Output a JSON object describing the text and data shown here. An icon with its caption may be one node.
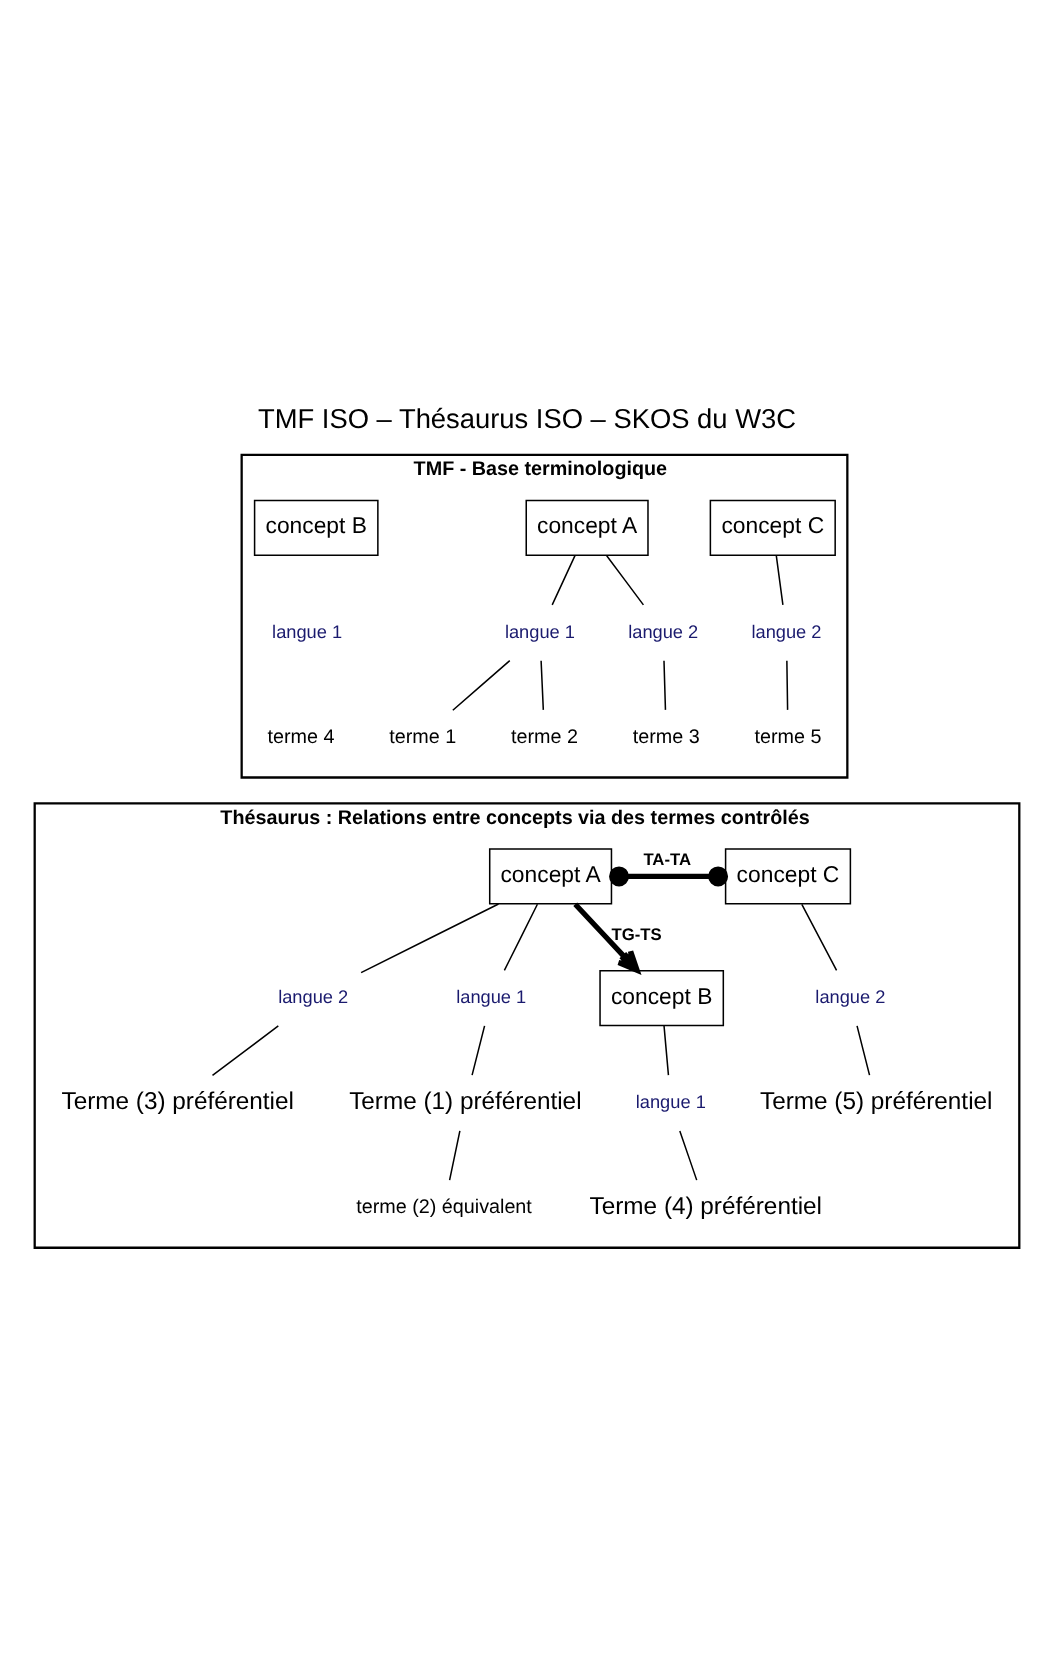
{
  "diagram": {
    "title": "TMF ISO – Thésaurus ISO – SKOS du W3C",
    "nodes": [
      {
        "text": [
          "TMF - Base terminologique"
        ]
      },
      {
        "text": [
          "concept A"
        ],
        "in": 0
      },
      {
        "text": [
          "concept B"
        ],
        "in": 0
      },
      {
        "text": [
          "concept C"
        ],
        "in": 0
      },
      {
        "text": [
          "langue 1"
        ],
        "in": 0
      },
      {
        "text": [
          "langue 2"
        ],
        "in": 0
      },
      {
        "text": [
          "langue 1"
        ],
        "in": 0
      },
      {
        "text": [
          "langue 2"
        ],
        "in": 0
      },
      {
        "text": [
          "terme 1"
        ],
        "in": 0
      },
      {
        "text": [
          "terme 2"
        ],
        "in": 0
      },
      {
        "text": [
          "terme 3"
        ],
        "in": 0
      },
      {
        "text": [
          "terme 4"
        ],
        "in": 0
      },
      {
        "text": [
          "terme 5"
        ],
        "in": 0
      },
      {
        "text": [
          "Thésaurus : Relations entre concepts via des termes contrôlés"
        ]
      },
      {
        "text": [
          "concept A"
        ],
        "in": 13
      },
      {
        "text": [
          "concept C"
        ],
        "in": 13
      },
      {
        "text": [
          "langue 2"
        ],
        "in": 13
      },
      {
        "text": [
          "langue 1"
        ],
        "in": 13
      },
      {
        "text": [
          "langue 2"
        ],
        "in": 13
      },
      {
        "text": [
          "concept B"
        ],
        "in": 13
      },
      {
        "text": [
          "Terme (3) préférentiel"
        ],
        "in": 13
      },
      {
        "text": [
          "Terme (1) préférentiel"
        ],
        "in": 13
      },
      {
        "text": [
          "Terme (5) préférentiel"
        ],
        "in": 13
      },
      {
        "text": [
          "langue 1"
        ],
        "in": 13
      },
      {
        "text": [
          "terme (2) équivalent"
        ],
        "in": 13
      },
      {
        "text": [
          "Terme (4) préférentiel"
        ],
        "in": 13
      }
    ],
    "edges": [
      {
        "from": 1,
        "to": 4,
        "arrow": "none"
      },
      {
        "from": 1,
        "to": 5,
        "arrow": "none"
      },
      {
        "from": 4,
        "to": 8,
        "arrow": "none"
      },
      {
        "from": 4,
        "to": 9,
        "arrow": "none"
      },
      {
        "from": 5,
        "to": 10,
        "arrow": "none"
      },
      {
        "from": 3,
        "to": 7,
        "arrow": "none"
      },
      {
        "from": 7,
        "to": 12,
        "arrow": "none"
      },
      {
        "from": 14,
        "to": 15,
        "arrow": "other",
        "label": "TA-TA",
        "style": "thick"
      },
      {
        "from": 14,
        "to": 19,
        "arrow": "to",
        "label": "TG-TS",
        "style": "thick"
      },
      {
        "from": 14,
        "to": 16,
        "arrow": "none"
      },
      {
        "from": 14,
        "to": 17,
        "arrow": "none"
      },
      {
        "from": 16,
        "to": 20,
        "arrow": "none"
      },
      {
        "from": 17,
        "to": 21,
        "arrow": "none"
      },
      {
        "from": 21,
        "to": 24,
        "arrow": "none"
      },
      {
        "from": 15,
        "to": 18,
        "arrow": "none"
      },
      {
        "from": 18,
        "to": 22,
        "arrow": "none"
      },
      {
        "from": 19,
        "to": 23,
        "arrow": "none"
      },
      {
        "from": 23,
        "to": 25,
        "arrow": "none"
      }
    ]
  }
}
